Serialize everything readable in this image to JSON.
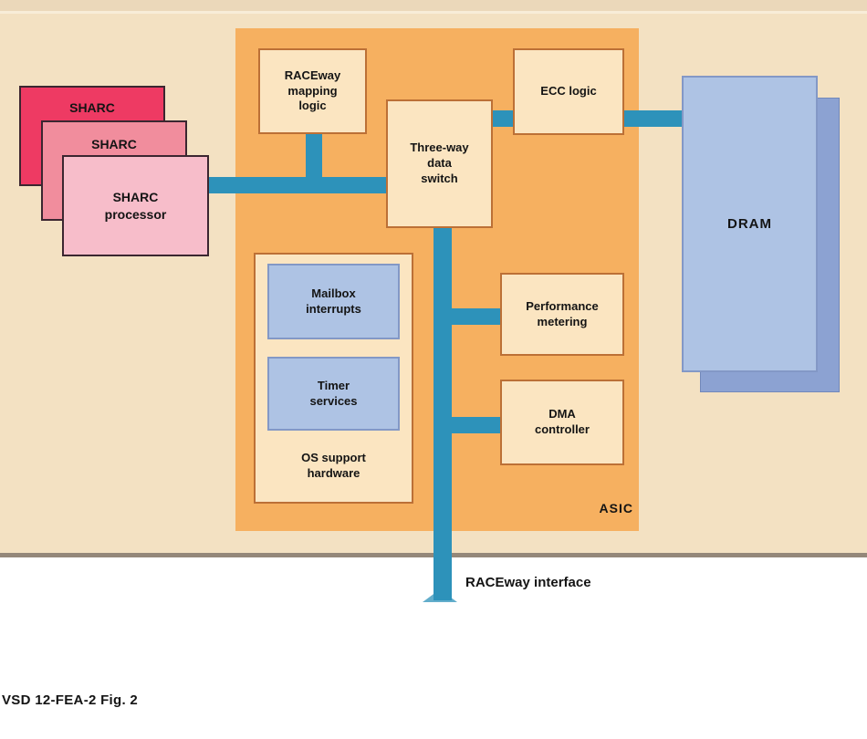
{
  "figure": {
    "caption": "VSD 12-FEA-2  Fig. 2",
    "asic_label": "ASIC",
    "raceway_interface_label": "RACEway interface"
  },
  "blocks": {
    "sharc_back": "SHARC",
    "sharc_middle": "SHARC",
    "sharc_front": "SHARC\nprocessor",
    "raceway_mapping": "RACEway\nmapping\nlogic",
    "three_way_switch": "Three-way\ndata\nswitch",
    "ecc": "ECC logic",
    "dram": "DRAM",
    "mailbox": "Mailbox\ninterrupts",
    "timer": "Timer\nservices",
    "os_support": "OS support\nhardware",
    "performance": "Performance\nmetering",
    "dma": "DMA\ncontroller"
  },
  "colors": {
    "bus": "#2d92ba",
    "asic_orange": "#f6b060",
    "panel_tan": "#f3e1c2",
    "panel_top": "#ebd8ba",
    "panel_highlight": "#f8edd8",
    "panel_border": "#94887a",
    "box_cream": "#fbe5c1",
    "box_cream_border": "#bc7036",
    "box_blue": "#aec3e4",
    "box_blue_border": "#8398c6",
    "dram_shadow": "#8ca2d2",
    "sharc_red": "#ee3a63",
    "sharc_mid": "#f18d9d",
    "sharc_light": "#f7bdca"
  }
}
